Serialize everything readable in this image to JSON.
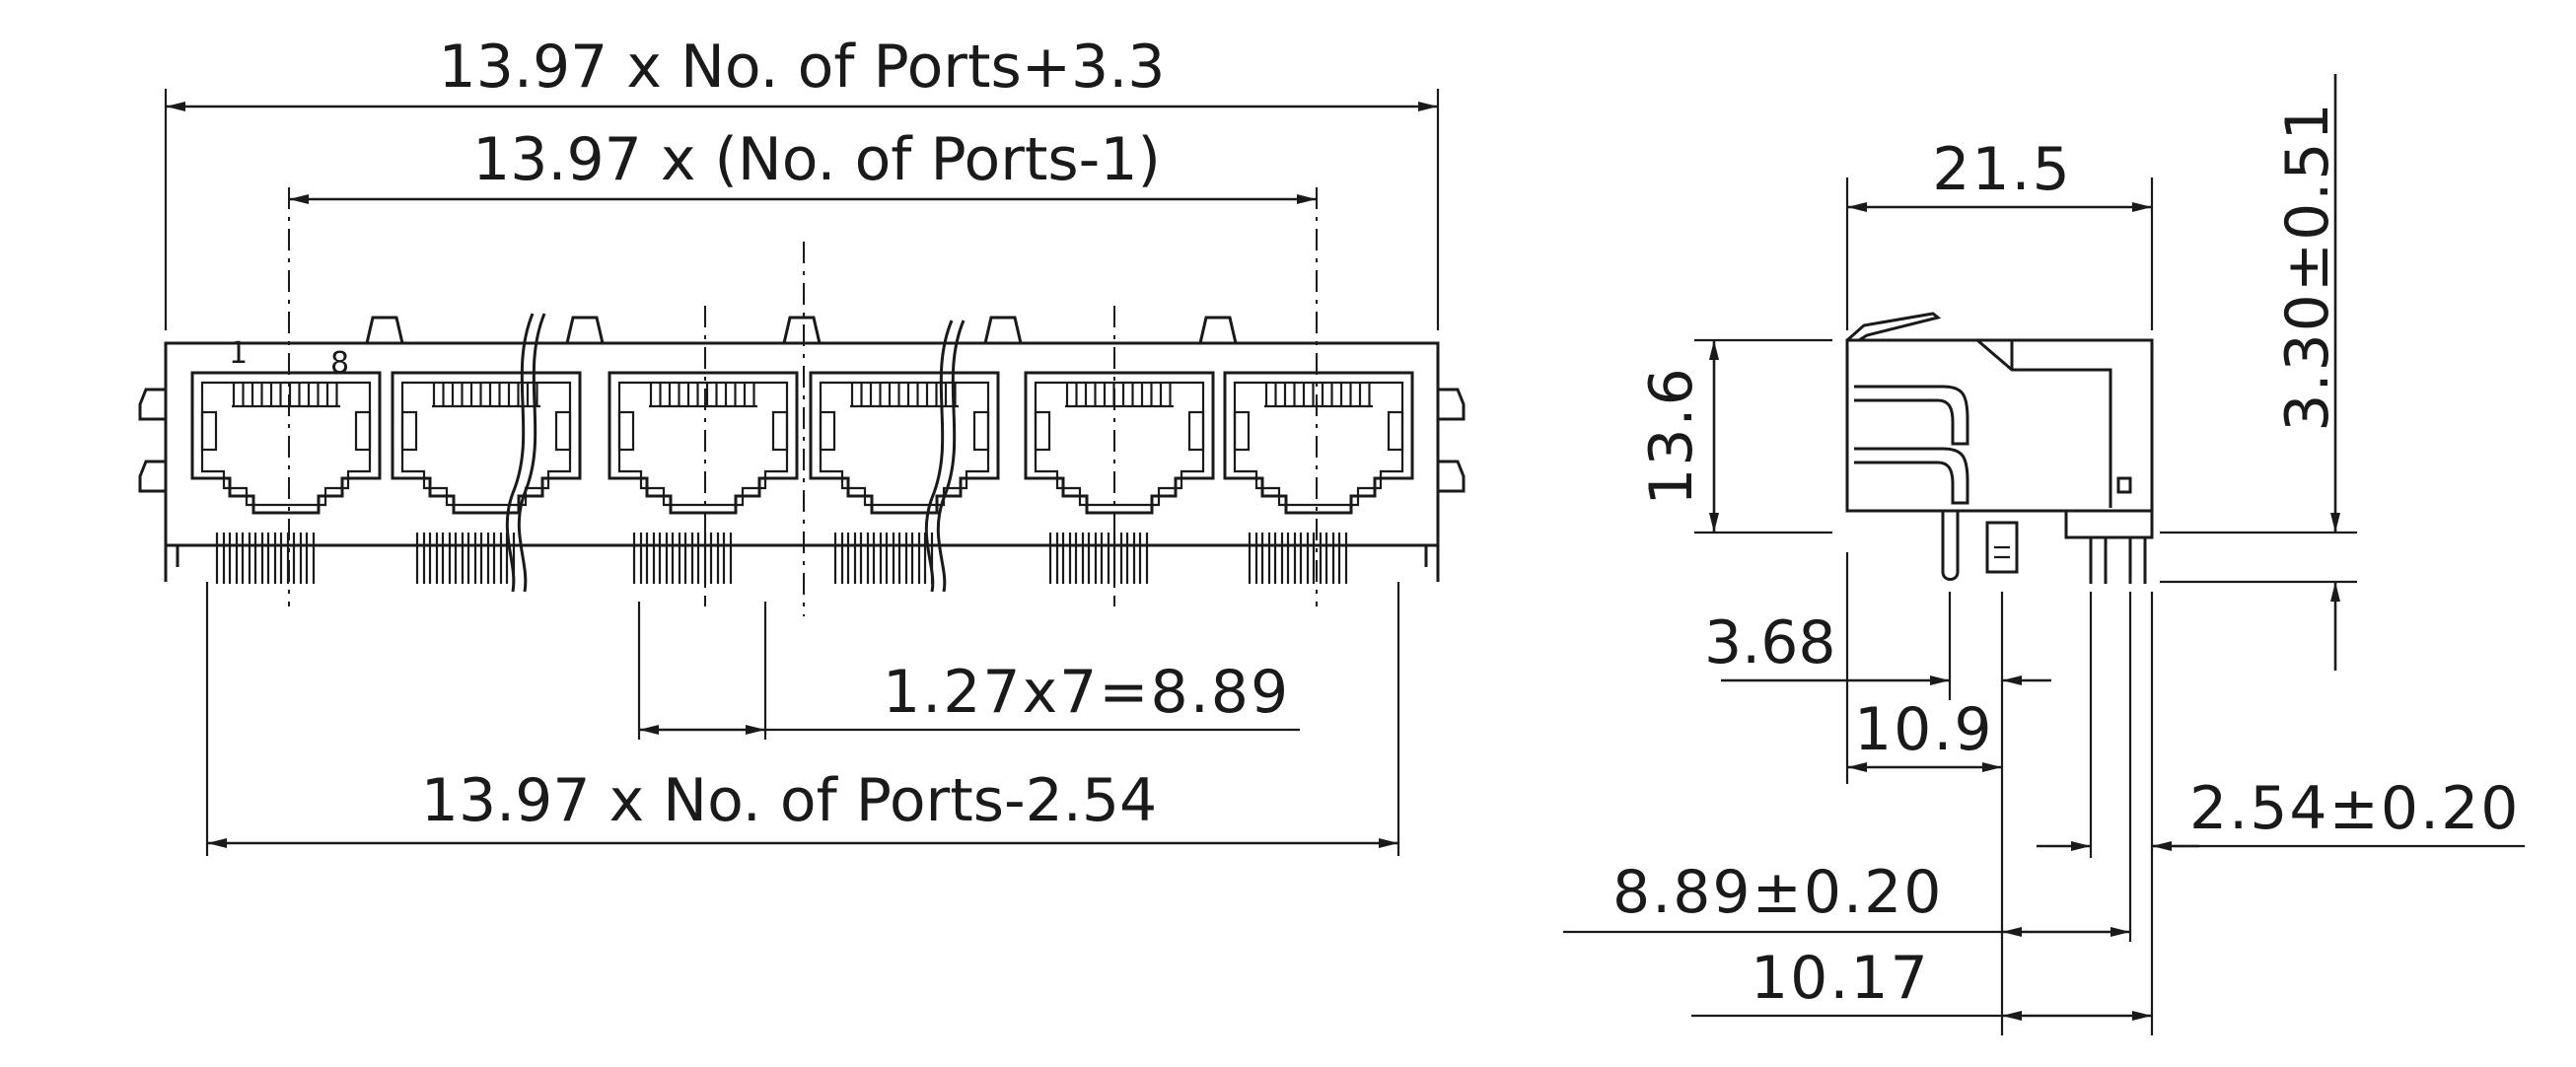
{
  "front_view": {
    "overall_width": "13.97 x No. of Ports+3.3",
    "outer_pitch": "13.97 x (No. of Ports-1)",
    "pin_row": "1.27x7=8.89",
    "pcb_width": "13.97 x No. of Ports-2.54",
    "pin1_label": "1",
    "pin8_label": "8"
  },
  "side_view": {
    "depth": "21.5",
    "height": "13.6",
    "tail_length": "3.30±0.51",
    "pin_offset": "3.68",
    "front_to_pins": "10.9",
    "post_spacing": "2.54±0.20",
    "row_distance": "8.89±0.20",
    "rear_distance": "10.17"
  }
}
